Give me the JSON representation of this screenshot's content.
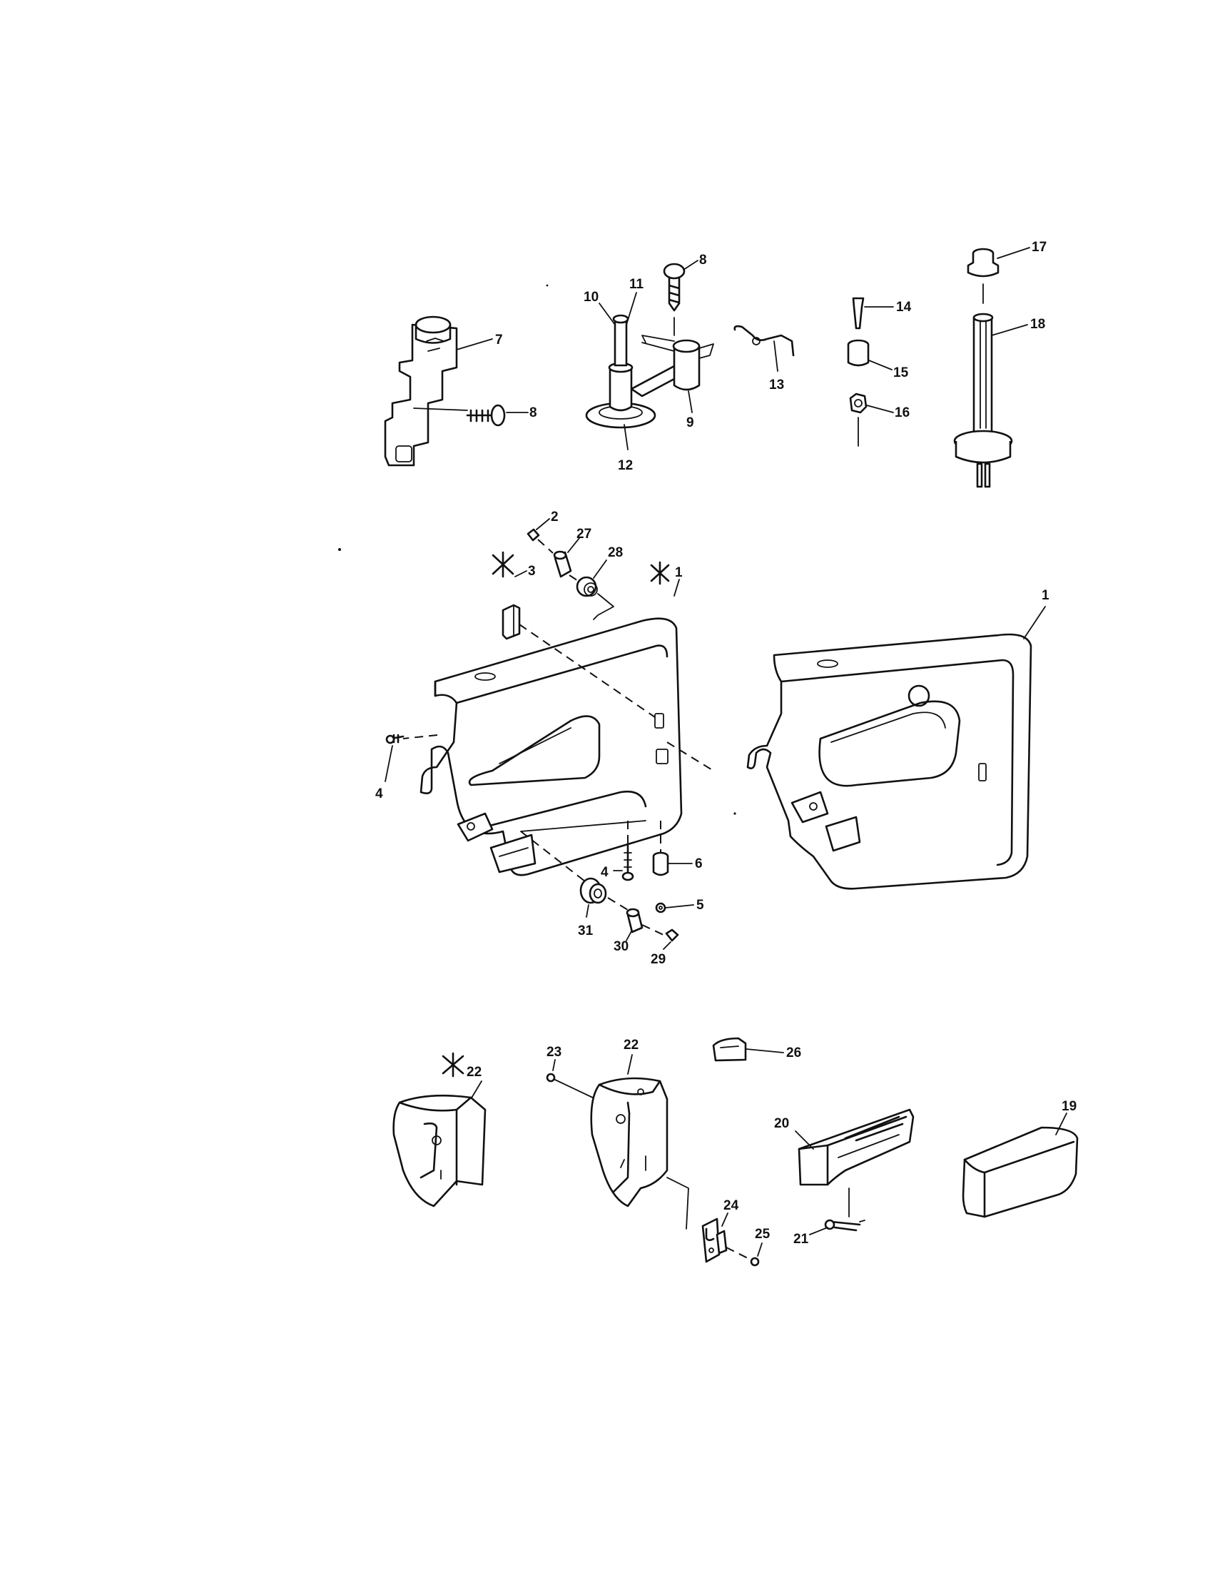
{
  "callouts": {
    "c1": "1",
    "c1b": "1",
    "c2": "2",
    "c3": "3",
    "c4a": "4",
    "c4b": "4",
    "c5": "5",
    "c6": "6",
    "c7": "7",
    "c8a": "8",
    "c8b": "8",
    "c9": "9",
    "c10": "10",
    "c11": "11",
    "c12": "12",
    "c13": "13",
    "c14": "14",
    "c15": "15",
    "c16": "16",
    "c17": "17",
    "c18": "18",
    "c19": "19",
    "c20": "20",
    "c21": "21",
    "c22a": "22",
    "c22b": "22",
    "c23": "23",
    "c24": "24",
    "c25": "25",
    "c26": "26",
    "c27": "27",
    "c28": "28",
    "c29": "29",
    "c30": "30",
    "c31": "31"
  },
  "icons": {
    "marker": "asterisk-icon"
  }
}
